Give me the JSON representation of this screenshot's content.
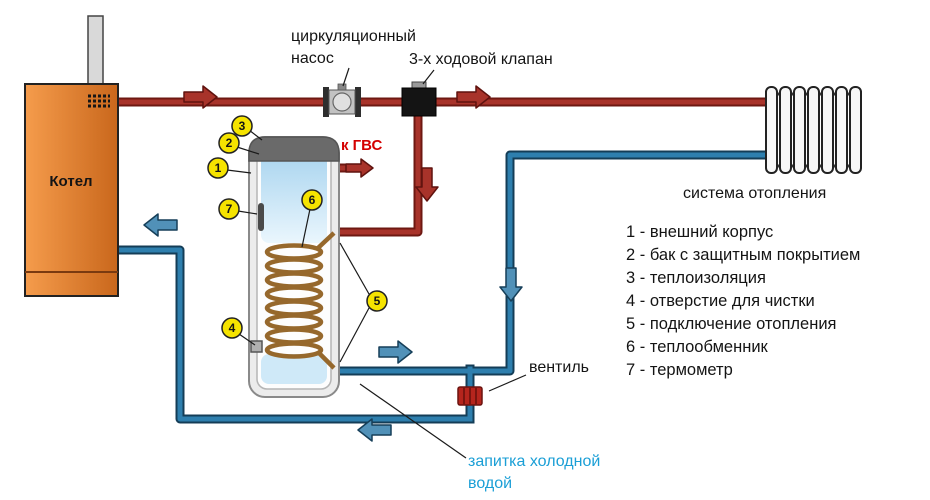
{
  "diagram": {
    "boiler": {
      "label": "Котел"
    },
    "pump": {
      "label_line1": "циркуляционный",
      "label_line2": "насос"
    },
    "three_way_valve": {
      "label": "3-х ходовой клапан"
    },
    "dhw": {
      "label": "к ГВС"
    },
    "radiator": {
      "label": "система отопления"
    },
    "shutoff_valve": {
      "label": "вентиль"
    },
    "cold_feed": {
      "label_line1": "запитка холодной",
      "label_line2": "водой"
    },
    "callouts": [
      "1",
      "2",
      "3",
      "4",
      "5",
      "6",
      "7"
    ],
    "legend": {
      "items": [
        "1 - внешний корпус",
        "2 - бак с защитным покрытием",
        "3 - теплоизоляция",
        "4 - отверстие для чистки",
        "5 - подключение отопления",
        "6 - теплообменник",
        "7 - термометр"
      ]
    },
    "colors": {
      "hot_pipe": "#a8332a",
      "cold_pipe": "#2e7fae",
      "callout_fill": "#f5e300",
      "dhw_text": "#d40000",
      "cold_feed_text": "#1b9fd6",
      "boiler_light": "#f59c4c",
      "boiler_dark": "#c9671c"
    }
  }
}
